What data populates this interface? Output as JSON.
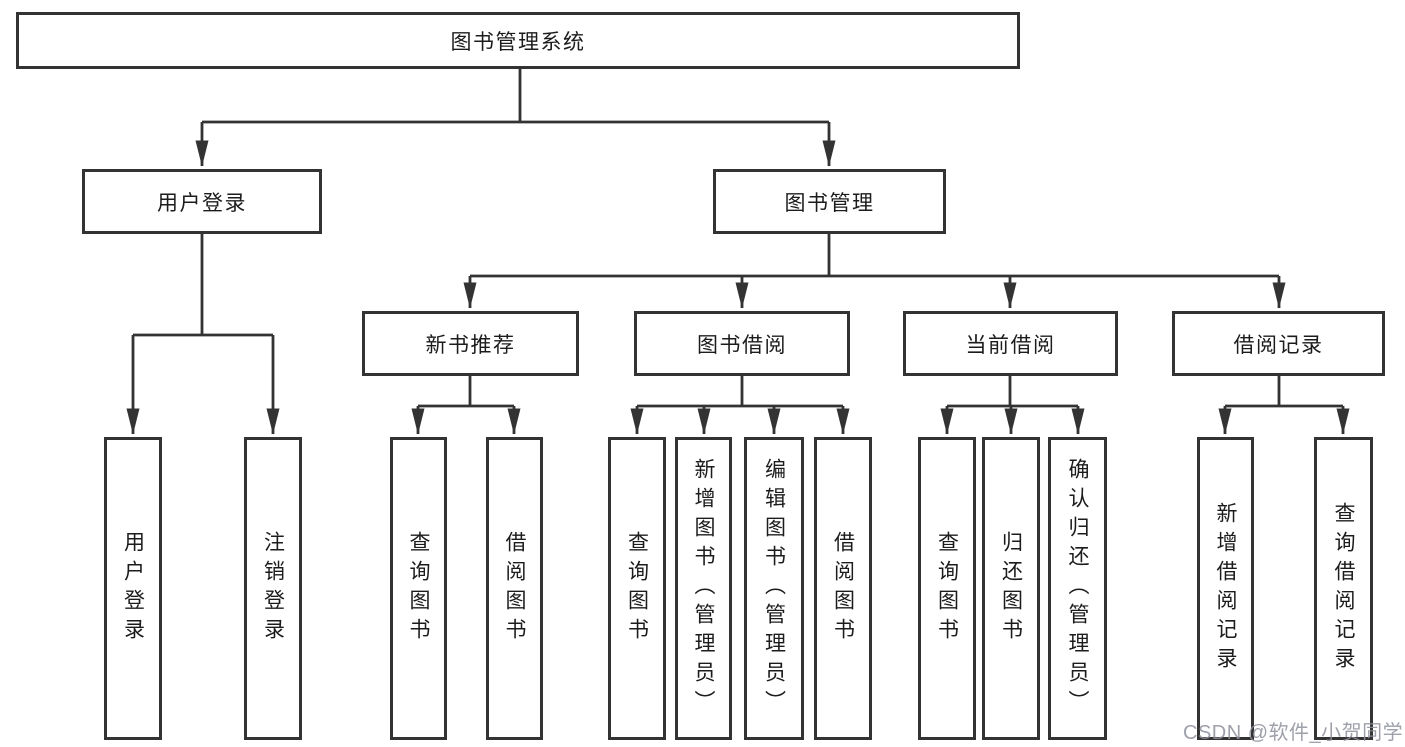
{
  "tree": {
    "label": "图书管理系统",
    "children": [
      {
        "label": "用户登录",
        "children": [
          {
            "label": "用户登录"
          },
          {
            "label": "注销登录"
          }
        ]
      },
      {
        "label": "图书管理",
        "children": [
          {
            "label": "新书推荐",
            "children": [
              {
                "label": "查询图书"
              },
              {
                "label": "借阅图书"
              }
            ]
          },
          {
            "label": "图书借阅",
            "children": [
              {
                "label": "查询图书"
              },
              {
                "label": "新增图书（管理员）"
              },
              {
                "label": "编辑图书（管理员）"
              },
              {
                "label": "借阅图书"
              }
            ]
          },
          {
            "label": "当前借阅",
            "children": [
              {
                "label": "查询图书"
              },
              {
                "label": "归还图书"
              },
              {
                "label": "确认归还（管理员）"
              }
            ]
          },
          {
            "label": "借阅记录",
            "children": [
              {
                "label": "新增借阅记录"
              },
              {
                "label": "查询借阅记录"
              }
            ]
          }
        ]
      }
    ]
  },
  "watermark": {
    "text": "CSDN @软件_小贺同学"
  },
  "colors": {
    "line": "#333333",
    "box_border": "#333333",
    "text": "#1c1c1c",
    "background": "#ffffff",
    "watermark": "#8e909c"
  }
}
